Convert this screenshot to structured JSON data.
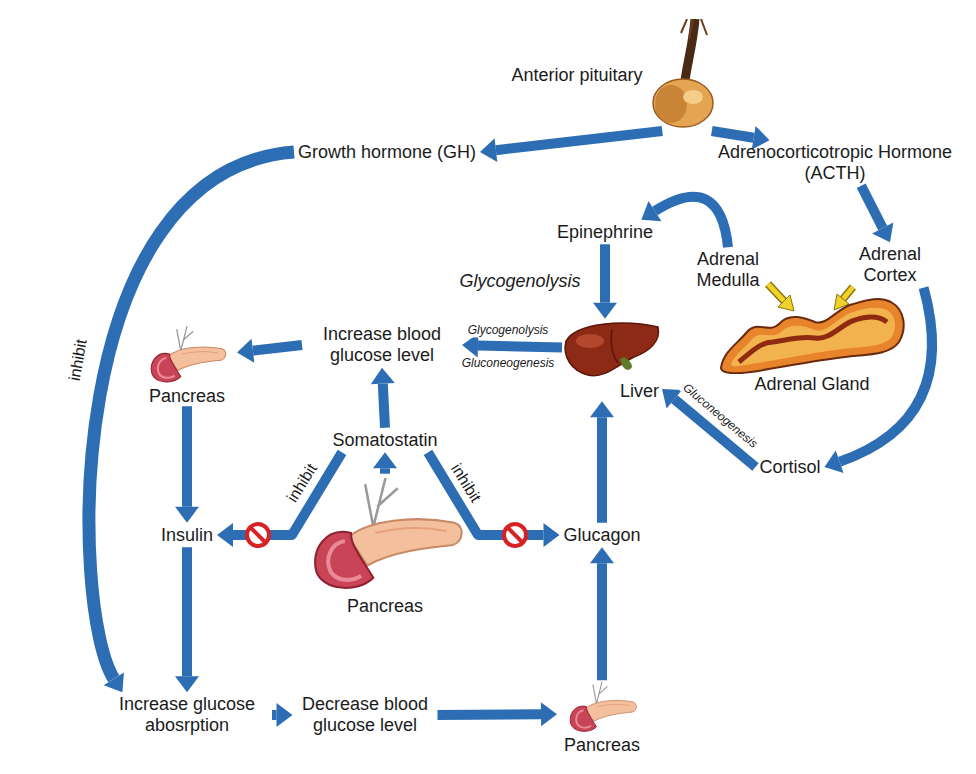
{
  "diagram": {
    "nodes": [
      {
        "text": [
          "Anterior pituitary"
        ]
      },
      {
        "text": [
          "Growth hormone (GH)"
        ]
      },
      {
        "text": [
          "Adrenocorticotropic Hormone (ACTH)"
        ]
      },
      {
        "text": [
          "Epinephrine"
        ]
      },
      {
        "text": [
          "Adrenal Medulla"
        ]
      },
      {
        "text": [
          "Adrenal Cortex"
        ]
      },
      {
        "text": [
          "Increase blood glucose level"
        ]
      },
      {
        "text": [
          "Liver"
        ]
      },
      {
        "text": [
          "Pancreas"
        ]
      },
      {
        "text": [
          "Adrenal Gland"
        ]
      },
      {
        "text": [
          "Somatostatin"
        ]
      },
      {
        "text": [
          "Cortisol"
        ]
      },
      {
        "text": [
          "Insulin"
        ]
      },
      {
        "text": [
          "Glucagon"
        ]
      },
      {
        "text": [
          "Pancreas"
        ]
      },
      {
        "text": [
          "Increase glucose abosrption"
        ]
      },
      {
        "text": [
          "Decrease blood glucose level"
        ]
      },
      {
        "text": [
          "Pancreas"
        ]
      }
    ],
    "edges": [
      {
        "from": 0,
        "to": 1,
        "arrow": "to"
      },
      {
        "from": 0,
        "to": 2,
        "arrow": "to"
      },
      {
        "from": 2,
        "to": 5,
        "arrow": "to"
      },
      {
        "from": 4,
        "to": 3,
        "arrow": "to"
      },
      {
        "from": 3,
        "to": 7,
        "arrow": "to",
        "label": "Glycogenolysis"
      },
      {
        "from": 7,
        "to": 6,
        "arrow": "to",
        "label": "Glycogenolysis"
      },
      {
        "from": 6,
        "to": 8,
        "arrow": "to"
      },
      {
        "from": 8,
        "to": 12,
        "arrow": "to"
      },
      {
        "from": 1,
        "to": 15,
        "arrow": "to",
        "label": "inhibit"
      },
      {
        "from": 5,
        "to": 11,
        "arrow": "to"
      },
      {
        "from": 11,
        "to": 7,
        "arrow": "to",
        "label": "Gluconeogenesis"
      },
      {
        "from": 10,
        "to": 6,
        "arrow": "to"
      },
      {
        "from": 14,
        "to": 10,
        "arrow": "to"
      },
      {
        "from": 10,
        "to": 12,
        "arrow": "to",
        "label": "inhibit"
      },
      {
        "from": 10,
        "to": 13,
        "arrow": "to",
        "label": "inhibit"
      },
      {
        "from": 12,
        "to": 15,
        "arrow": "to"
      },
      {
        "from": 15,
        "to": 16,
        "arrow": "to"
      },
      {
        "from": 16,
        "to": 17,
        "arrow": "to"
      },
      {
        "from": 17,
        "to": 13,
        "arrow": "to"
      },
      {
        "from": 13,
        "to": 7,
        "arrow": "to"
      }
    ],
    "labels": [
      "Gluconeogenesis"
    ]
  }
}
